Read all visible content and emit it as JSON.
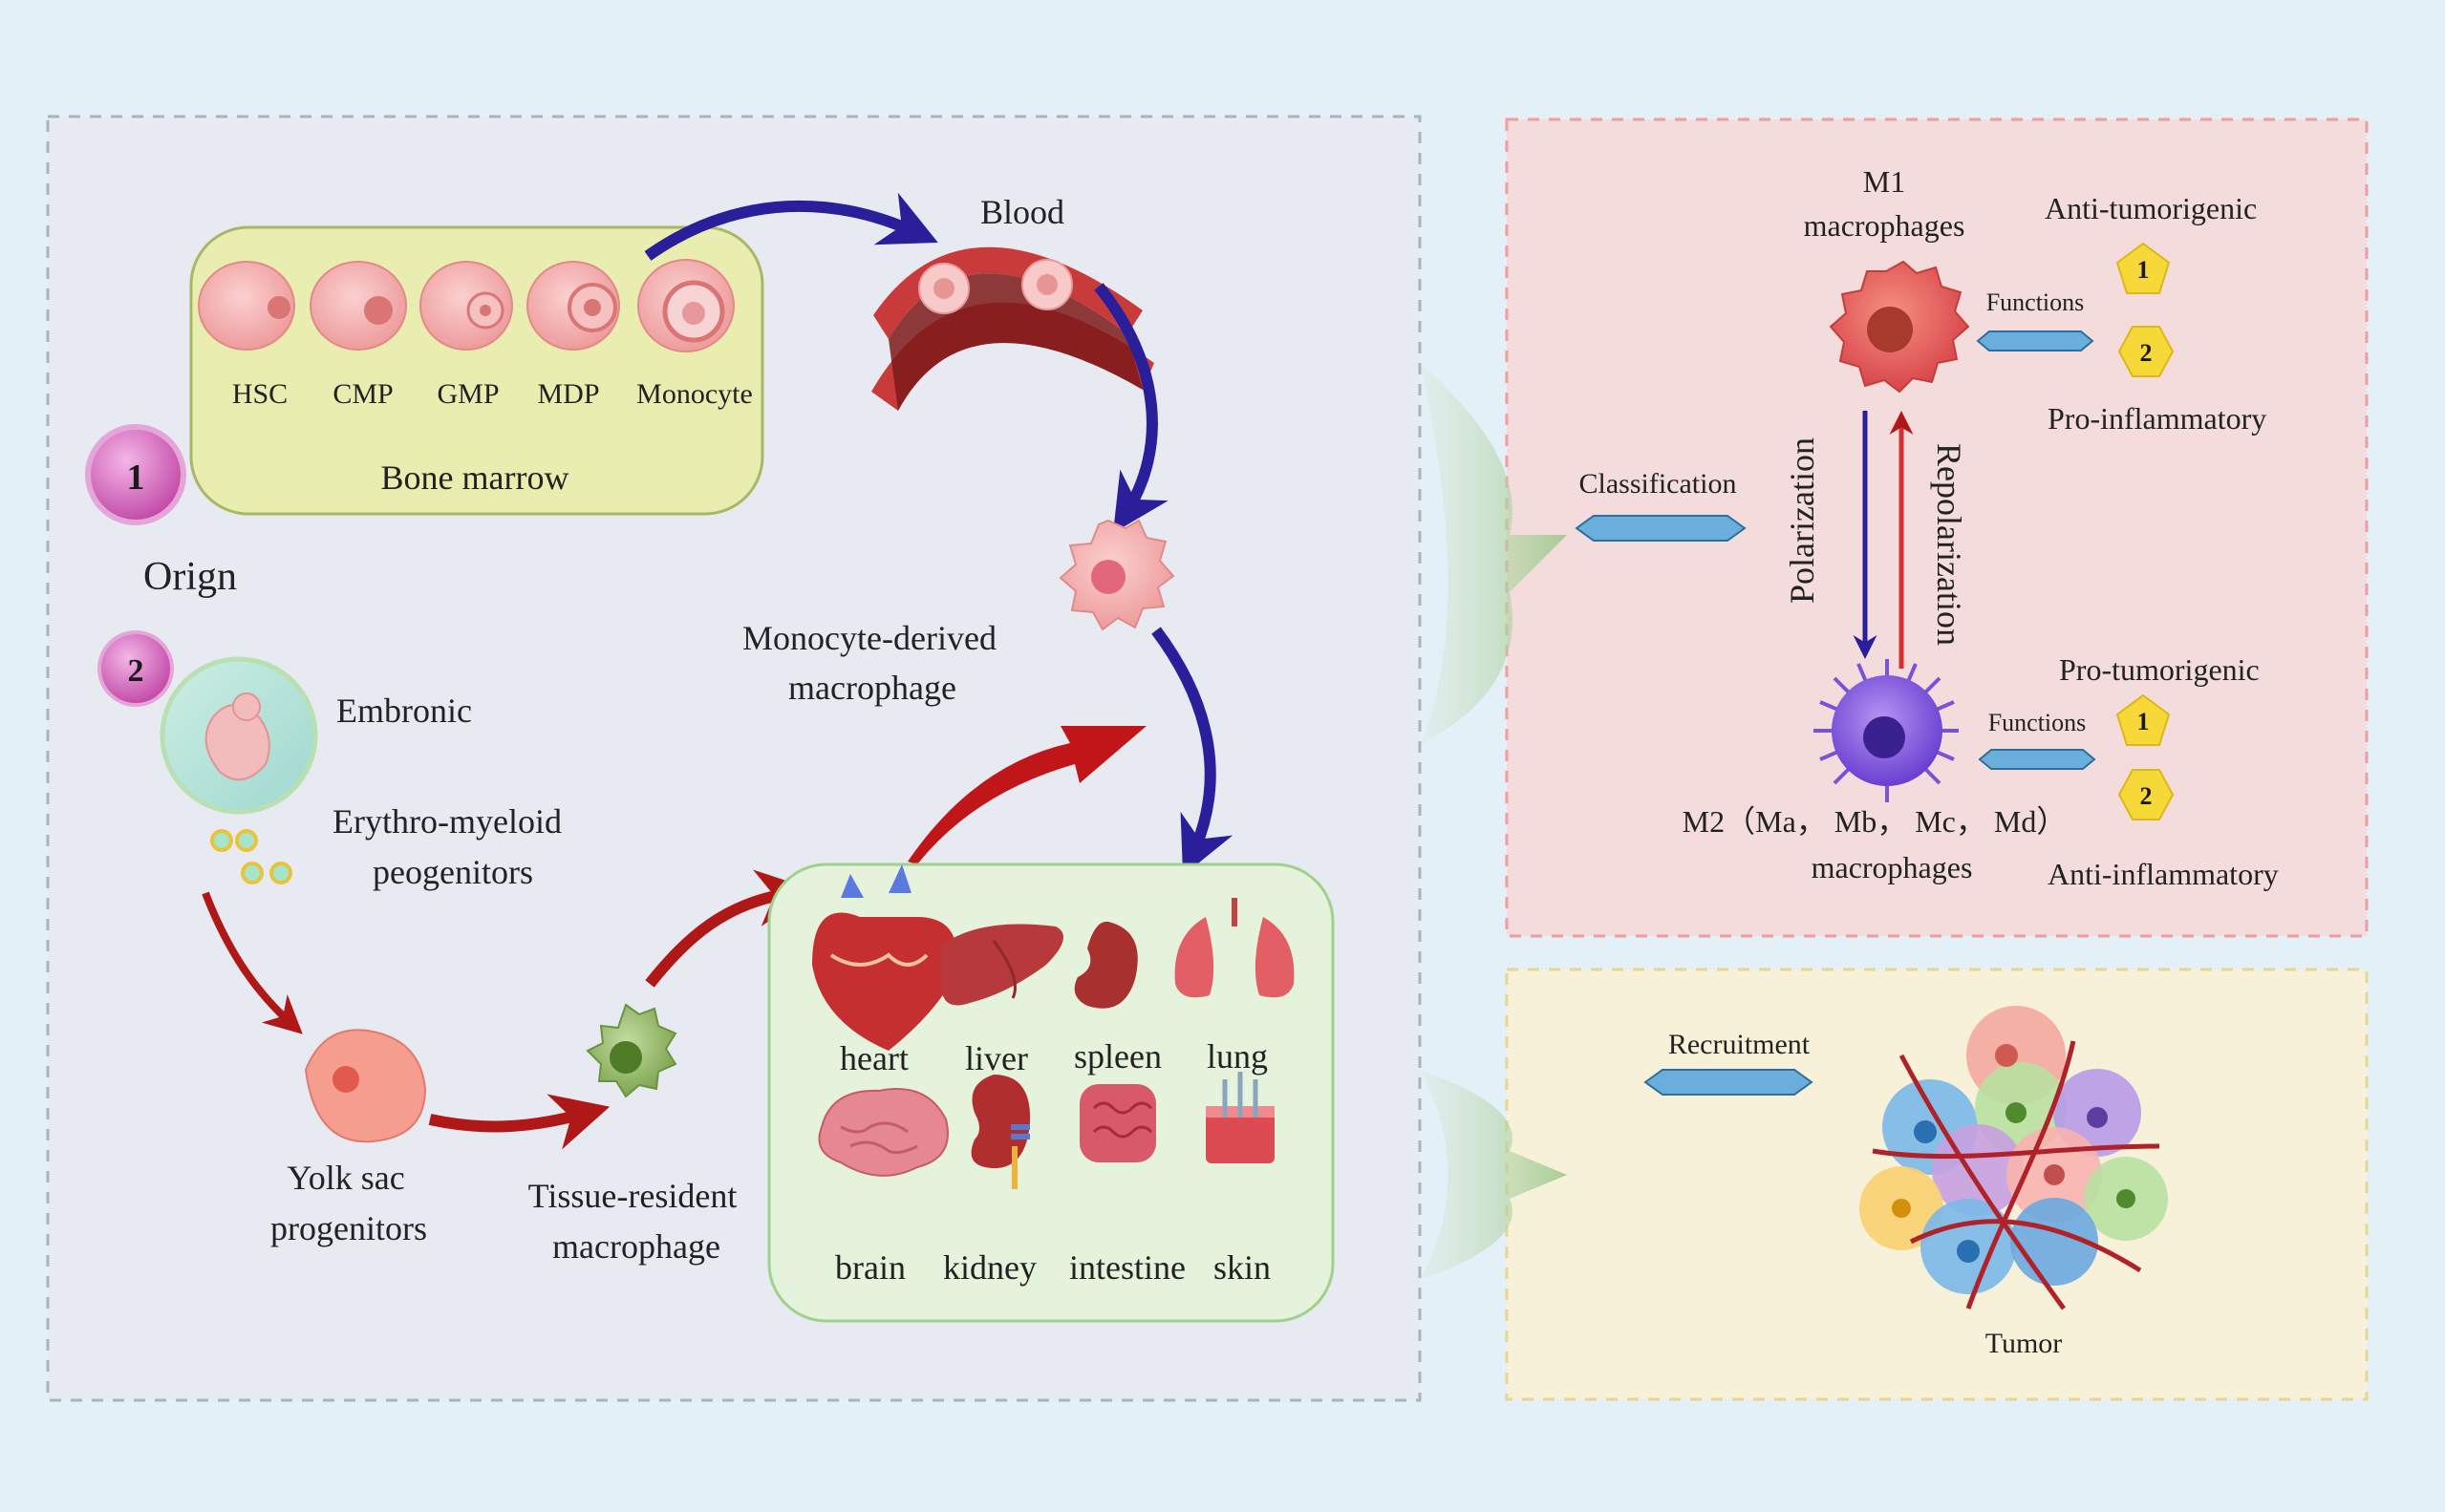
{
  "origin": {
    "title": "Orign",
    "path1_number": "1",
    "path2_number": "2",
    "bone_marrow": {
      "label": "Bone marrow",
      "cells": [
        "HSC",
        "CMP",
        "GMP",
        "MDP",
        "Monocyte"
      ]
    },
    "blood": "Blood",
    "monocyte_derived": [
      "Monocyte-derived",
      "macrophage"
    ],
    "embryonic": "Embronic",
    "erythro_myeloid": [
      "Erythro-myeloid",
      "peogenitors"
    ],
    "yolk_sac": [
      "Yolk sac",
      "progenitors"
    ],
    "tissue_resident": [
      "Tissue-resident",
      "macrophage"
    ],
    "organs": [
      "heart",
      "liver",
      "spleen",
      "lung",
      "brain",
      "kidney",
      "intestine",
      "skin"
    ]
  },
  "classification": {
    "label": "Classification",
    "m1": [
      "M1",
      "macrophages"
    ],
    "m2": [
      "M2（Ma， Mb， Mc， Md）",
      "macrophages"
    ],
    "polarization": "Polarization",
    "repolarization": "Repolarization",
    "functions_label": "Functions",
    "m1_functions": [
      {
        "num": "1",
        "text": "Anti-tumorigenic"
      },
      {
        "num": "2",
        "text": "Pro-inflammatory"
      }
    ],
    "m2_functions": [
      {
        "num": "1",
        "text": "Pro-tumorigenic"
      },
      {
        "num": "2",
        "text": "Anti-inflammatory"
      }
    ]
  },
  "recruitment": {
    "label": "Recruitment",
    "tumor": "Tumor"
  },
  "colors": {
    "background": "#e4f0f8",
    "origin_panel": "#e7ebf1",
    "classification_panel": "#f4dcdc",
    "recruitment_panel": "#f8f1da",
    "bone_marrow_box": "#e9eeb0",
    "organ_box": "#e5f3dc",
    "dark_blue_arrow": "#2a1f9a",
    "red_arrow": "#b01818",
    "badge_pink": "#d25bb8",
    "badge_yellow": "#f6d838",
    "hex_arrow": "#6aaedc",
    "m1_cell": "#e0555a",
    "m2_cell": "#8a5ae0"
  }
}
